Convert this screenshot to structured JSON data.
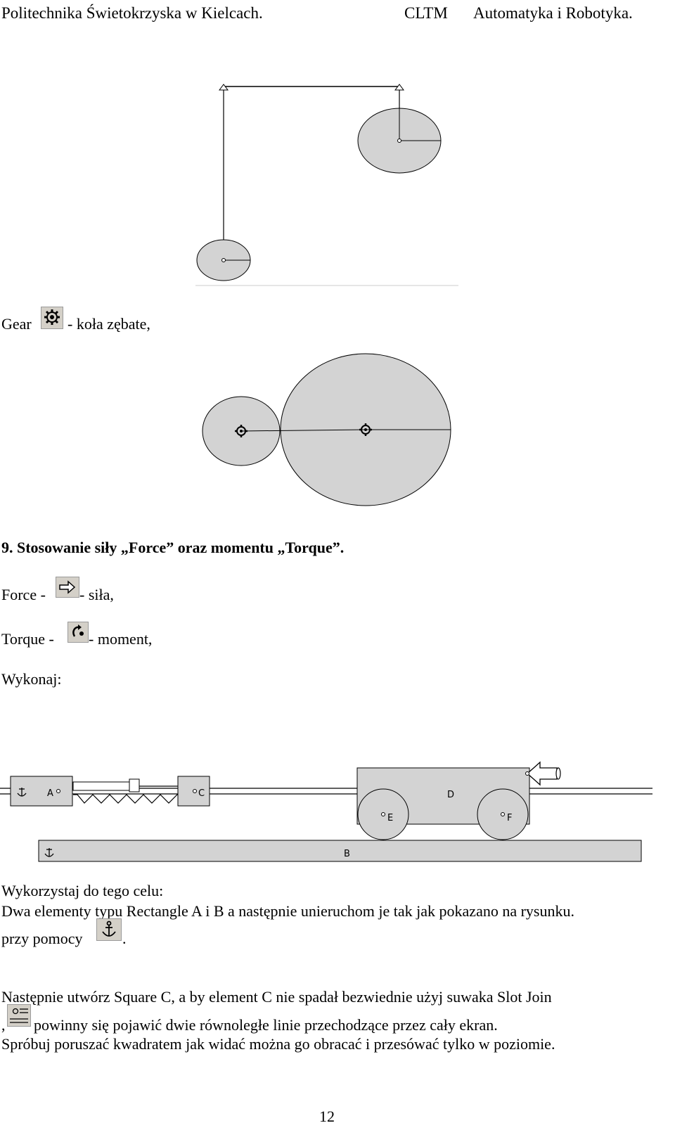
{
  "header": {
    "left": "Politechnika Świetokrzyska w Kielcach.",
    "code": "CLTM",
    "right": "Automatyka i Robotyka."
  },
  "gear_line": {
    "name": "Gear",
    "desc": "- koła zębate,",
    "icon": "gear-icon"
  },
  "section9": {
    "title": "9. Stosowanie siły „Force” oraz momentu „Torque”."
  },
  "force_line": {
    "prefix": "Force -",
    "desc": "- siła,",
    "icon": "force-arrow-icon"
  },
  "torque_line": {
    "prefix": "Torque -",
    "desc": "- moment,",
    "icon": "torque-icon"
  },
  "wykonaj": "Wykonaj:",
  "diagram3": {
    "label_a": "A",
    "label_c": "C",
    "label_d": "D",
    "label_e": "E",
    "label_f": "F",
    "label_b": "B"
  },
  "body": {
    "line1": "Wykorzystaj do tego celu:",
    "line2": "Dwa elementy typu Rectangle A i B  a następnie unieruchom je tak jak pokazano na rysunku.",
    "line3_prefix": "przy pomocy",
    "line3_suffix": ".",
    "anchor_icon": "anchor-icon",
    "line4": "Następnie utwórz Square C, a by element C nie spadał bezwiednie użyj suwaka Slot Join",
    "line5_prefix": ",",
    "line5_text": "powinny się pojawić dwie równoległe linie przechodzące przez cały ekran.",
    "slot_icon": "slot-join-icon",
    "line6": "Spróbuj poruszać kwadratem jak widać można go obracać i przesówać tylko w poziomie."
  },
  "page_number": "12",
  "colors": {
    "shape_fill": "#d3d3d3",
    "stroke": "#000000",
    "icon_bg": "#d4d0c8"
  }
}
